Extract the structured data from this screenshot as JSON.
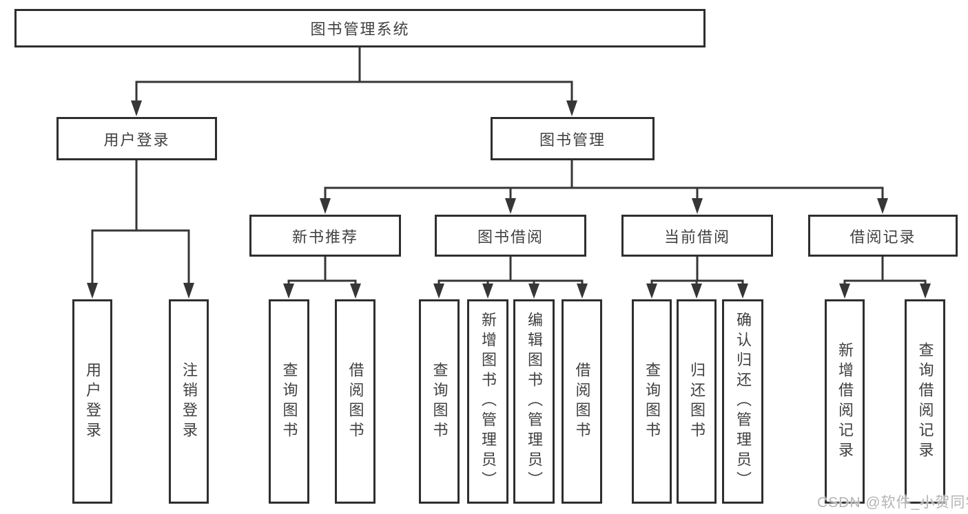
{
  "nodes": {
    "root": "图书管理系统",
    "user_login": "用户登录",
    "book_mgmt": "图书管理",
    "new_book": "新书推荐",
    "book_borrow": "图书借阅",
    "current_borrow": "当前借阅",
    "borrow_record": "借阅记录",
    "leaf_user_login": "用户登录",
    "leaf_logout": "注销登录",
    "leaf_nb_query": "查询图书",
    "leaf_nb_borrow": "借阅图书",
    "leaf_bb_query": "查询图书",
    "leaf_bb_add": "新增图书（管理员）",
    "leaf_bb_edit": "编辑图书（管理员）",
    "leaf_bb_borrow": "借阅图书",
    "leaf_cb_query": "查询图书",
    "leaf_cb_return": "归还图书",
    "leaf_cb_confirm": "确认归还（管理员）",
    "leaf_br_add": "新增借阅记录",
    "leaf_br_query": "查询借阅记录"
  },
  "watermark": "CSDN @软件_小贺同学",
  "colors": {
    "line": "#363636",
    "box_border": "#2e2e2e",
    "text": "#404040",
    "watermark": "#b4b4b4",
    "background": "#ffffff"
  }
}
